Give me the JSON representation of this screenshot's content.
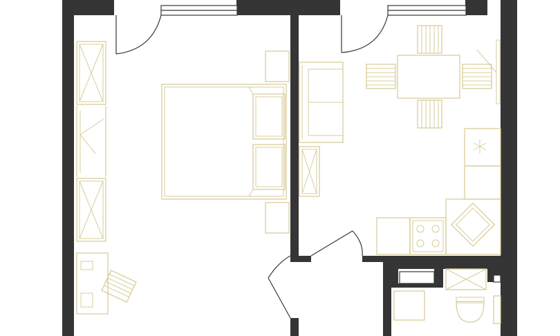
{
  "colors": {
    "wall": "#353535",
    "furniture": "#d8cd9a",
    "background": "#ffffff"
  },
  "rooms": [
    {
      "name": "bedroom",
      "furniture": [
        "wardrobe",
        "wardrobe",
        "wardrobe",
        "double-bed",
        "nightstand",
        "nightstand",
        "desk",
        "chair"
      ]
    },
    {
      "name": "living-kitchen",
      "furniture": [
        "sofa",
        "cabinet",
        "dining-table",
        "chair",
        "chair",
        "chair",
        "chair",
        "counter",
        "sink",
        "stove"
      ]
    },
    {
      "name": "bathroom",
      "furniture": [
        "shower",
        "washing-machine",
        "toilet"
      ]
    }
  ]
}
